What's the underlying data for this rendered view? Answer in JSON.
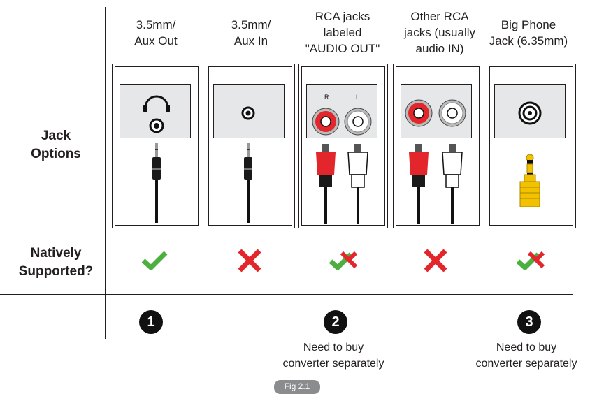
{
  "rows": {
    "jack_label_1": "Jack",
    "jack_label_2": "Options",
    "native_label_1": "Natively",
    "native_label_2": "Supported?"
  },
  "columns": [
    {
      "title_1": "3.5mm/",
      "title_2": "Aux Out",
      "title_3": "",
      "support": "yes",
      "badge": "1",
      "note_1": "",
      "note_2": ""
    },
    {
      "title_1": "3.5mm/",
      "title_2": "Aux In",
      "title_3": "",
      "support": "no",
      "badge": "",
      "note_1": "",
      "note_2": ""
    },
    {
      "title_1": "RCA jacks",
      "title_2": "labeled",
      "title_3": "\"AUDIO OUT\"",
      "support": "partial",
      "badge": "2",
      "note_1": "Need to buy",
      "note_2": "converter separately"
    },
    {
      "title_1": "Other RCA",
      "title_2": "jacks (usually",
      "title_3": "audio IN)",
      "support": "no",
      "badge": "",
      "note_1": "",
      "note_2": ""
    },
    {
      "title_1": "Big Phone",
      "title_2": "Jack (6.35mm)",
      "title_3": "",
      "support": "partial",
      "badge": "3",
      "note_1": "Need to buy",
      "note_2": "converter separately"
    }
  ],
  "rca_labels": {
    "right": "R",
    "left": "L"
  },
  "caption": "Fig 2.1",
  "colors": {
    "check": "#4caf3f",
    "cross": "#e2262b",
    "rca_red": "#e2262b",
    "gold": "#f2c200",
    "panel": "#e6e7e8"
  },
  "icons": [
    "headphones-icon",
    "jack-socket-icon",
    "rca-socket-icon",
    "phone-jack-socket-icon",
    "check-icon",
    "cross-icon"
  ]
}
